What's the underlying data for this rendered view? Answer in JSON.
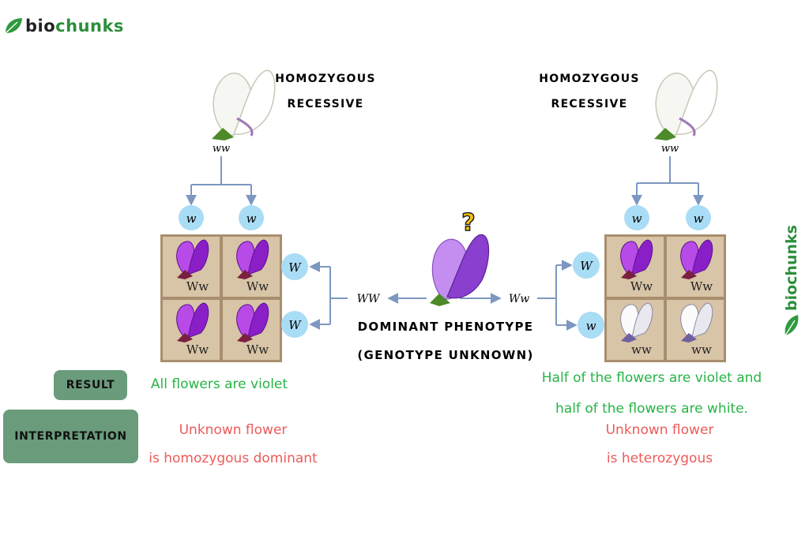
{
  "brand": {
    "logo_text_prefix": "bio",
    "logo_text_suffix": "chunks",
    "side_logo_text": "biochunks"
  },
  "parents": {
    "left": {
      "label_line1": "HOMOZYGOUS",
      "label_line2": "RECESSIVE",
      "genotype": "ww",
      "gametes": [
        "w",
        "w"
      ]
    },
    "right": {
      "label_line1": "HOMOZYGOUS",
      "label_line2": "RECESSIVE",
      "genotype": "ww",
      "gametes": [
        "w",
        "w"
      ]
    }
  },
  "unknown": {
    "question_mark": "?",
    "label_line1": "DOMINANT PHENOTYPE",
    "label_line2": "(GENOTYPE UNKNOWN)",
    "left_genotype": "WW",
    "right_genotype": "Ww"
  },
  "cross_left": {
    "gametes": [
      "W",
      "W"
    ],
    "cells": [
      "Ww",
      "Ww",
      "Ww",
      "Ww"
    ],
    "cell_colors": [
      "violet",
      "violet",
      "violet",
      "violet"
    ],
    "result": "All flowers are violet",
    "interpretation_line1": "Unknown flower",
    "interpretation_line2": "is homozygous dominant"
  },
  "cross_right": {
    "gametes": [
      "W",
      "w"
    ],
    "cells": [
      "Ww",
      "Ww",
      "ww",
      "ww"
    ],
    "cell_colors": [
      "violet",
      "violet",
      "white",
      "white"
    ],
    "result_line1": "Half of the flowers are violet and",
    "result_line2": "half of the flowers are white.",
    "interpretation_line1": "Unknown flower",
    "interpretation_line2": "is heterozygous"
  },
  "badges": {
    "result": "RESULT",
    "interpretation": "INTERPRETATION"
  },
  "colors": {
    "violet_flower": "#9a2bd6",
    "white_flower": "#f2f2f2",
    "gamete_circle": "#a9dcf5",
    "arrow": "#7d97c0",
    "grid_bg": "#d8c4a6",
    "result_text": "#26b447",
    "interpretation_text": "#ee5a5a",
    "badge_bg": "#6a9c7c"
  }
}
